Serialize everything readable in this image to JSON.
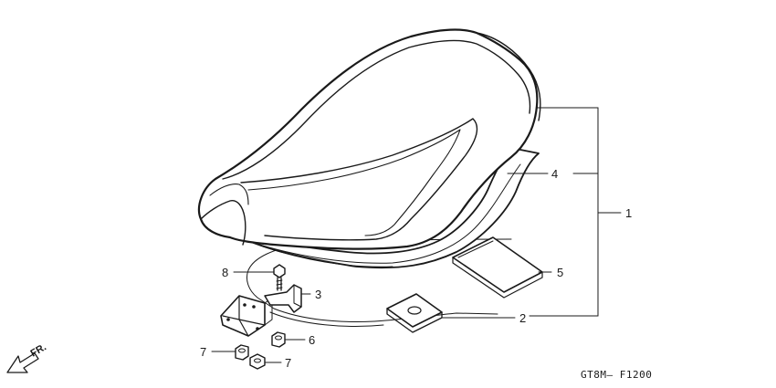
{
  "diagram": {
    "code": "GT8M– F1200",
    "direction_label": "FR.",
    "callouts": {
      "c1": "1",
      "c2": "2",
      "c3": "3",
      "c4": "4",
      "c5": "5",
      "c6": "6",
      "c7a": "7",
      "c7b": "7",
      "c8": "8"
    }
  }
}
